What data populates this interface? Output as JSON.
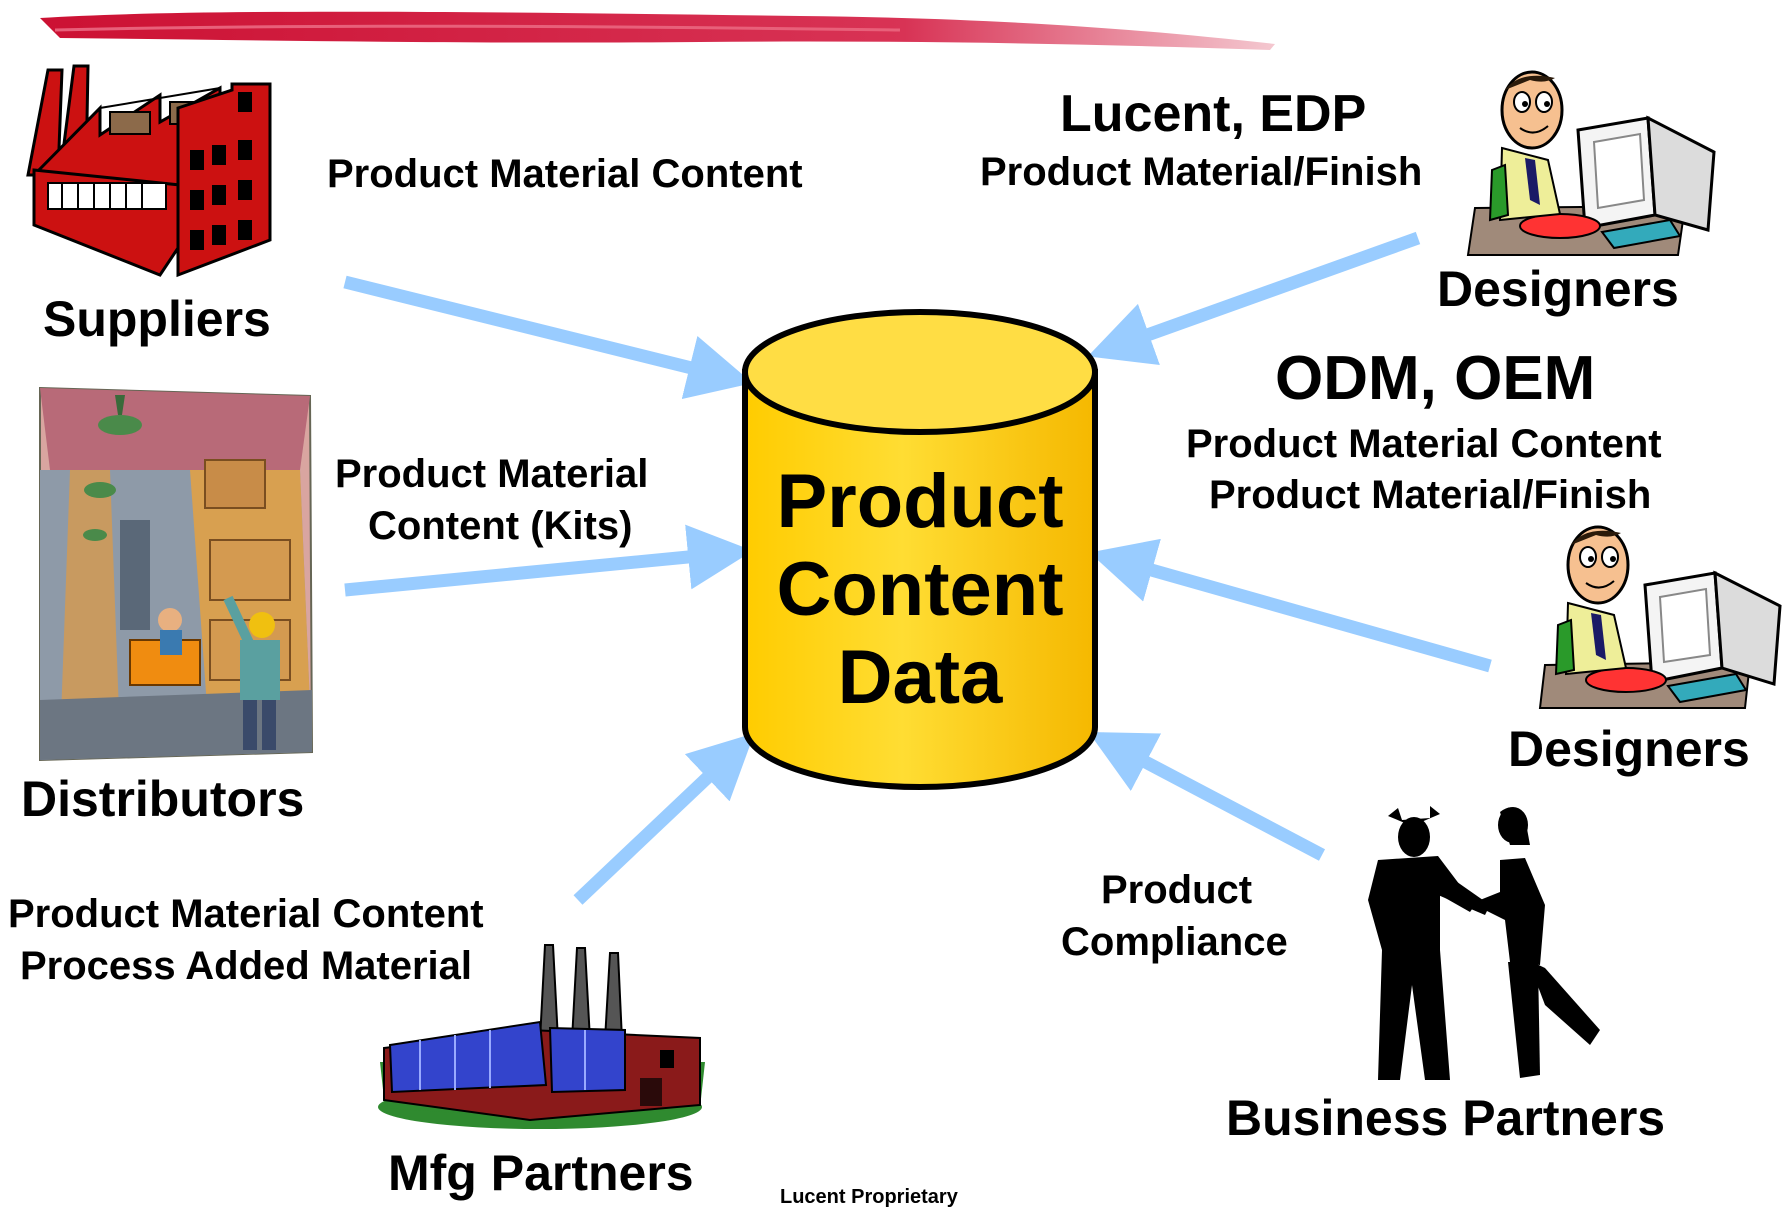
{
  "database": {
    "line1": "Product",
    "line2": "Content",
    "line3": "Data"
  },
  "suppliers": {
    "name": "Suppliers",
    "flow": "Product Material Content"
  },
  "distributors": {
    "name": "Distributors",
    "flow_line1": "Product Material",
    "flow_line2": "Content (Kits)"
  },
  "mfg_partners": {
    "name": "Mfg Partners",
    "flow_line1": "Product Material Content",
    "flow_line2": "Process Added Material"
  },
  "designers_top": {
    "name": "Designers",
    "heading": "Lucent, EDP",
    "flow": "Product Material/Finish"
  },
  "designers_mid": {
    "name": "Designers",
    "heading": "ODM, OEM",
    "flow_line1": "Product Material Content",
    "flow_line2": "Product Material/Finish"
  },
  "business_partners": {
    "name": "Business Partners",
    "flow_line1": "Product",
    "flow_line2": "Compliance"
  },
  "footer": "Lucent Proprietary",
  "colors": {
    "arrow": "#99ccff",
    "database_fill": "#ffcc00",
    "factory_red": "#cc1111",
    "banner_red": "#cc1133"
  },
  "icons": [
    "factory-icon",
    "warehouse-icon",
    "plant-icon",
    "designer-at-computer-icon",
    "handshake-people-icon",
    "database-cylinder-icon"
  ]
}
